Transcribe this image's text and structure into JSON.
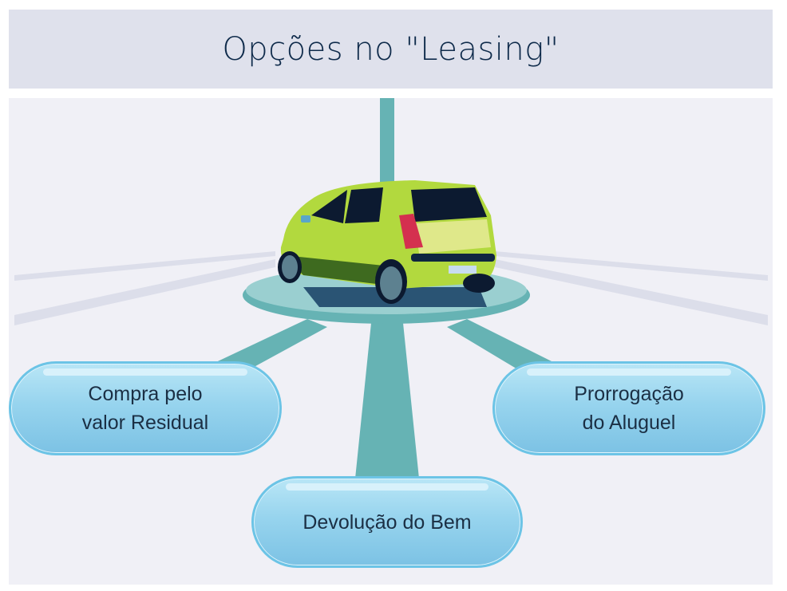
{
  "title": "Opções no \"Leasing\"",
  "options": [
    {
      "label": "Compra pelo\nvalor Residual"
    },
    {
      "label": "Devolução do Bem"
    },
    {
      "label": "Prorrogação\ndo Aluguel"
    }
  ],
  "colors": {
    "header": "#dfe1ec",
    "connector": "#66b3b4",
    "car": "#b2d93e",
    "pill_border": "#6cc4e6"
  }
}
